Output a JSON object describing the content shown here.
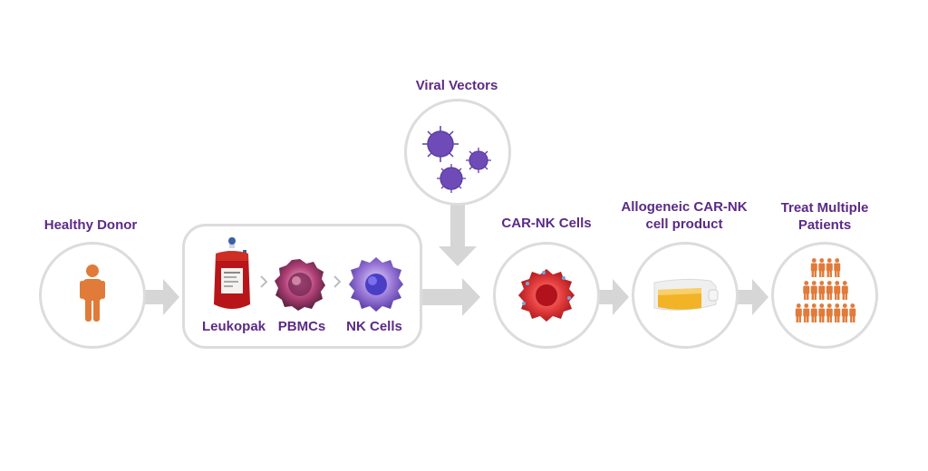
{
  "steps": {
    "healthy_donor": "Healthy Donor",
    "viral_vectors": "Viral Vectors",
    "car_nk_cells": "CAR-NK Cells",
    "allogeneic_product": "Allogeneic CAR-NK\ncell product",
    "treat_patients": "Treat Multiple\nPatients"
  },
  "processing": {
    "leukopak": "Leukopak",
    "pbmcs": "PBMCs",
    "nk_cells": "NK Cells"
  },
  "colors": {
    "label_purple": "#5b2a86",
    "person_orange": "#e07b3a",
    "arrow_gray": "#d6d6d6",
    "outline_gray": "#dcdcdc"
  },
  "icons": {
    "donor": "person-icon",
    "patients": "people-group-icon",
    "virus": "virus-icon"
  }
}
